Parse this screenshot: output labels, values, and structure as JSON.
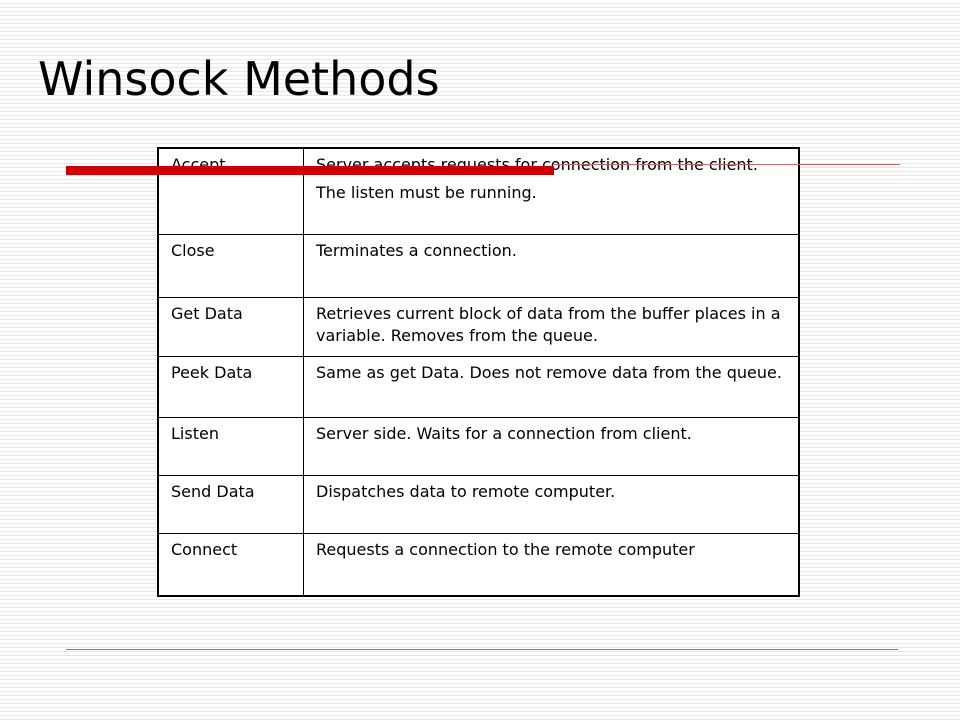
{
  "slide": {
    "title": "Winsock Methods",
    "accent_color": "#cc0000",
    "rule_color": "#cc6666"
  },
  "table": {
    "rows": [
      {
        "method": "Accept",
        "description": [
          "Server accepts requests for connection from the client.",
          "The listen must be running."
        ]
      },
      {
        "method": "Close",
        "description": [
          "Terminates a connection."
        ]
      },
      {
        "method": "Get Data",
        "description": [
          "Retrieves current block of data from the buffer places in a variable. Removes from the queue."
        ]
      },
      {
        "method": "Peek Data",
        "description": [
          "Same as get Data.  Does not remove data from the queue."
        ]
      },
      {
        "method": "Listen",
        "description": [
          "Server side.  Waits for a connection from client."
        ]
      },
      {
        "method": "Send Data",
        "description": [
          "Dispatches data to remote computer."
        ]
      },
      {
        "method": "Connect",
        "description": [
          "Requests a connection to the remote computer"
        ]
      }
    ]
  }
}
